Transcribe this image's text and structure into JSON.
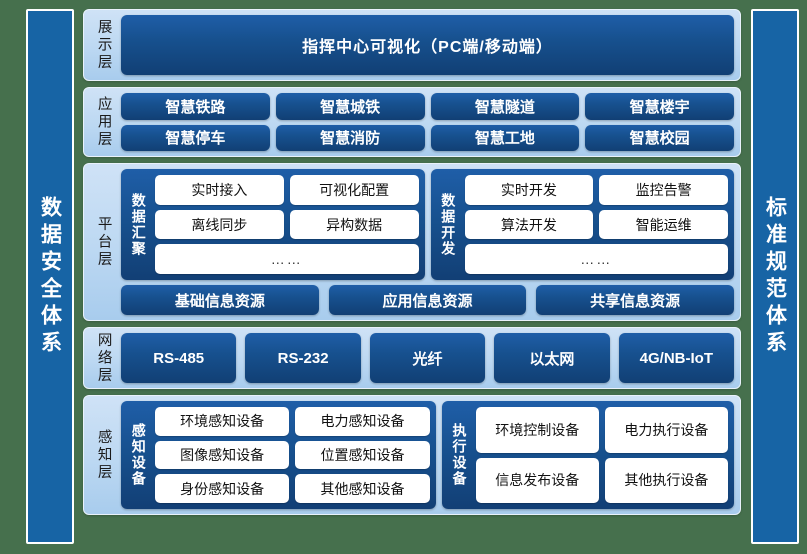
{
  "colors": {
    "background": "#46704d",
    "pillar": "#1764a5",
    "layer_bg": "#bcd8f2",
    "chip": "#17518f",
    "white_box": "#ffffff",
    "text_on_dark": "#ffffff",
    "text_on_light": "#111111"
  },
  "pillars": {
    "left": "数据安全体系",
    "right": "标准规范体系"
  },
  "layers": [
    {
      "key": "display",
      "label": "展示层",
      "items": [
        "指挥中心可视化（PC端/移动端）"
      ]
    },
    {
      "key": "application",
      "label": "应用层",
      "rows": [
        [
          "智慧铁路",
          "智慧城铁",
          "智慧隧道",
          "智慧楼宇"
        ],
        [
          "智慧停车",
          "智慧消防",
          "智慧工地",
          "智慧校园"
        ]
      ]
    },
    {
      "key": "platform",
      "label": "平台层",
      "groups": [
        {
          "title": "数据汇聚",
          "rows": [
            [
              "实时接入",
              "可视化配置"
            ],
            [
              "离线同步",
              "异构数据"
            ],
            [
              "……"
            ]
          ]
        },
        {
          "title": "数据开发",
          "rows": [
            [
              "实时开发",
              "监控告警"
            ],
            [
              "算法开发",
              "智能运维"
            ],
            [
              "……"
            ]
          ]
        }
      ],
      "resources": [
        "基础信息资源",
        "应用信息资源",
        "共享信息资源"
      ]
    },
    {
      "key": "network",
      "label": "网络层",
      "items": [
        "RS-485",
        "RS-232",
        "光纤",
        "以太网",
        "4G/NB-IoT"
      ]
    },
    {
      "key": "perception",
      "label": "感知层",
      "groups": [
        {
          "title": "感知设备",
          "rows": [
            [
              "环境感知设备",
              "电力感知设备"
            ],
            [
              "图像感知设备",
              "位置感知设备"
            ],
            [
              "身份感知设备",
              "其他感知设备"
            ]
          ]
        },
        {
          "title": "执行设备",
          "rows": [
            [
              "环境控制设备",
              "电力执行设备"
            ],
            [
              "信息发布设备",
              "其他执行设备"
            ]
          ]
        }
      ]
    }
  ]
}
